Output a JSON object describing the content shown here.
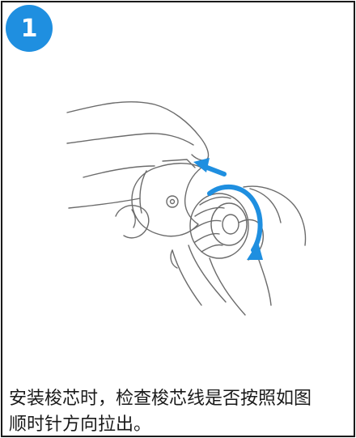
{
  "step": {
    "number": "1"
  },
  "caption": {
    "line1": "安装梭芯时，检查梭芯线是否按照如图",
    "line2": "顺时针方向拉出。"
  },
  "colors": {
    "accent": "#1f8fe0",
    "line": "#6b6b6b"
  },
  "icons": [
    "direction-arrow-icon",
    "rotation-arrow-icon"
  ]
}
